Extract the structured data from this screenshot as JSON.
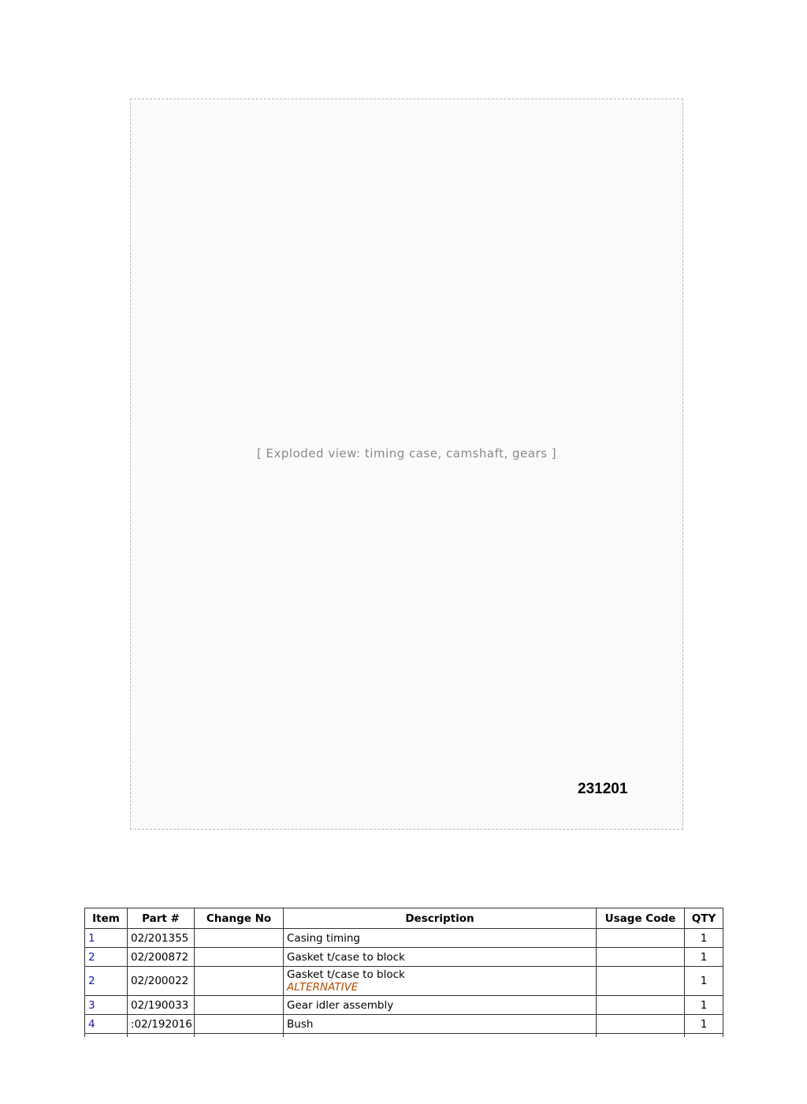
{
  "figure": {
    "number": "231201",
    "image_placeholder": "[ Exploded view: timing case, camshaft, gears ]"
  },
  "table": {
    "headers": [
      "Item",
      "Part #",
      "Change No",
      "Description",
      "Usage Code",
      "QTY"
    ],
    "rows": [
      {
        "item": "1",
        "part": "02/201355",
        "change": "",
        "desc": "Casing timing",
        "note": "",
        "usage": "",
        "qty": "1"
      },
      {
        "item": "2",
        "part": "02/200872",
        "change": "",
        "desc": "Gasket t/case to block",
        "note": "",
        "usage": "",
        "qty": "1"
      },
      {
        "item": "2",
        "part": "02/200022",
        "change": "",
        "desc": "Gasket t/case to block",
        "note": "ALTERNATIVE",
        "usage": "",
        "qty": "1"
      },
      {
        "item": "3",
        "part": "02/190033",
        "change": "",
        "desc": "Gear idler assembly",
        "note": "",
        "usage": "",
        "qty": "1"
      },
      {
        "item": "4",
        "part": ":02/192016",
        "change": "",
        "desc": "Bush",
        "note": "",
        "usage": "",
        "qty": "1"
      }
    ]
  }
}
